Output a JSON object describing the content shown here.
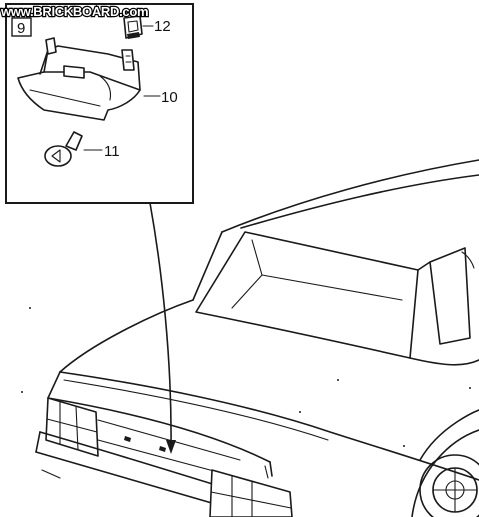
{
  "watermark": "www.BRICKBOARD.com",
  "inset": {
    "box_label": "9",
    "callouts": [
      "12",
      "10",
      "11"
    ]
  }
}
